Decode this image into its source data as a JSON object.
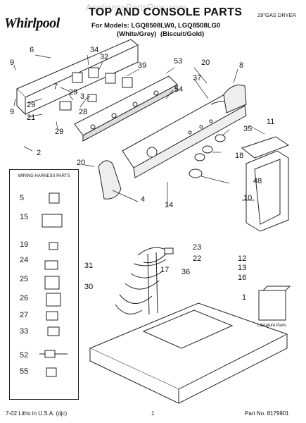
{
  "header": {
    "brand": "Whirlpool",
    "title": "TOP AND CONSOLE PARTS",
    "watermark": "AppliancePartsPros.com",
    "models": "For Models: LGQ8508LW0, LGQ8508LG0",
    "color_white": "(White/Grey)",
    "color_biscuit": "(Biscuit/Gold)",
    "dryer_type": "29\"GAS DRYER"
  },
  "wiring_box": {
    "title": "WIRING HARNESS PARTS",
    "items": [
      "5",
      "15",
      "19",
      "24",
      "25",
      "26",
      "27",
      "33",
      "52",
      "55"
    ]
  },
  "callouts": [
    "6",
    "9",
    "9",
    "7",
    "29",
    "29",
    "21",
    "29",
    "2",
    "34",
    "32",
    "39",
    "28",
    "3",
    "53",
    "54",
    "37",
    "20",
    "8",
    "35",
    "11",
    "18",
    "20",
    "48",
    "10",
    "4",
    "14",
    "23",
    "22",
    "31",
    "17",
    "36",
    "12",
    "13",
    "16",
    "30",
    "1"
  ],
  "literature_label": "Literature Parts",
  "footer": {
    "left": "7-02 Litho in U.S.A. (djc)",
    "center": "1",
    "right": "Part No. 8179901"
  }
}
